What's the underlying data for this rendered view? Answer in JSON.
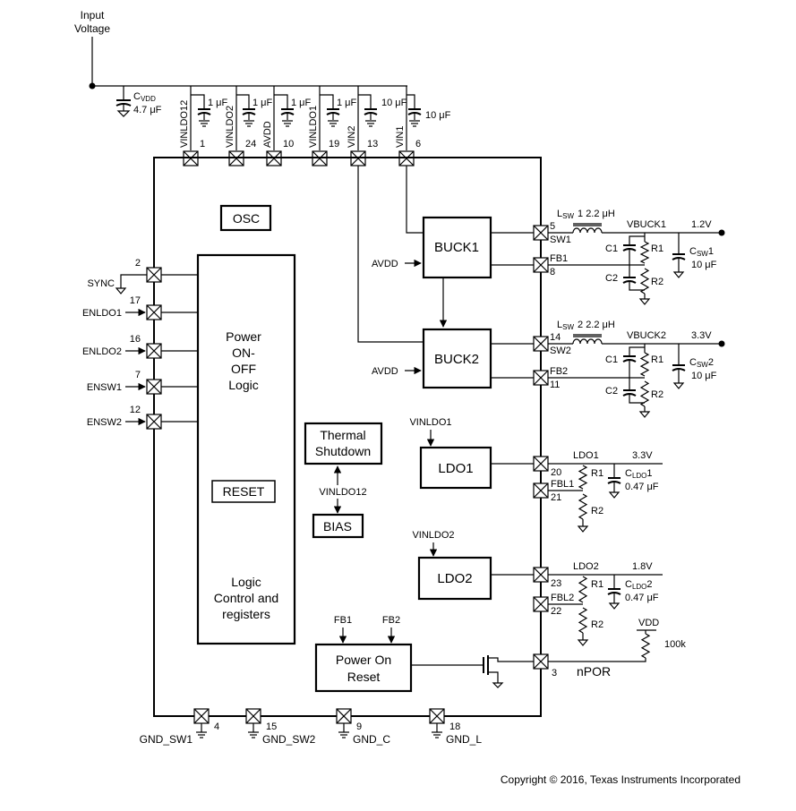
{
  "input": {
    "label_line1": "Input",
    "label_line2": "Voltage"
  },
  "cvdd": {
    "label": "C",
    "sub": "VDD",
    "value": "4.7 μF"
  },
  "top_pins": [
    {
      "name": "VINLDO12",
      "number": "1",
      "cap": "1 μF"
    },
    {
      "name": "VINLDO2",
      "number": "24",
      "cap": "1 μF"
    },
    {
      "name": "AVDD",
      "number": "10",
      "cap": "1 μF"
    },
    {
      "name": "VINLDO1",
      "number": "19",
      "cap": "1 μF"
    },
    {
      "name": "VIN2",
      "number": "13",
      "cap": "10 μF"
    },
    {
      "name": "VIN1",
      "number": "6",
      "cap": "10 μF"
    }
  ],
  "left_pins": [
    {
      "name": "SYNC",
      "number": "2"
    },
    {
      "name": "ENLDO1",
      "number": "17"
    },
    {
      "name": "ENLDO2",
      "number": "16"
    },
    {
      "name": "ENSW1",
      "number": "7"
    },
    {
      "name": "ENSW2",
      "number": "12"
    }
  ],
  "blocks": {
    "osc": "OSC",
    "logic_lines": [
      "Power",
      "ON-",
      "OFF",
      "Logic"
    ],
    "reset": "RESET",
    "logic2_lines": [
      "Logic",
      "Control and",
      "registers"
    ],
    "thermal_lines": [
      "Thermal",
      "Shutdown"
    ],
    "vinldo12": "VINLDO12",
    "bias": "BIAS",
    "buck1": "BUCK1",
    "buck2": "BUCK2",
    "avdd": "AVDD",
    "vinldo1": "VINLDO1",
    "ldo1": "LDO1",
    "vinldo2": "VINLDO2",
    "ldo2": "LDO2",
    "fb1": "FB1",
    "fb2": "FB2",
    "por_lines": [
      "Power On",
      "Reset"
    ]
  },
  "buck1_out": {
    "lsw": "L",
    "lsw_sub": "SW",
    "lsw_value": "1 2.2 μH",
    "sw": "SW1",
    "sw_pin": "5",
    "fb": "FB1",
    "fb_pin": "8",
    "net": "VBUCK1",
    "voltage": "1.2V",
    "c1": "C1",
    "c2": "C2",
    "r1": "R1",
    "r2": "R2",
    "cout": "C",
    "cout_sub": "SW",
    "cout_idx": "1",
    "cout_value": "10 μF"
  },
  "buck2_out": {
    "lsw": "L",
    "lsw_sub": "SW",
    "lsw_value": "2 2.2 μH",
    "sw": "SW2",
    "sw_pin": "14",
    "fb": "FB2",
    "fb_pin": "11",
    "net": "VBUCK2",
    "voltage": "3.3V",
    "c1": "C1",
    "c2": "C2",
    "r1": "R1",
    "r2": "R2",
    "cout": "C",
    "cout_sub": "SW",
    "cout_idx": "2",
    "cout_value": "10 μF"
  },
  "ldo1_out": {
    "net": "LDO1",
    "voltage": "3.3V",
    "pin": "20",
    "fb": "FBL1",
    "fb_pin": "21",
    "r1": "R1",
    "r2": "R2",
    "cout": "C",
    "cout_sub": "LDO",
    "cout_idx": "1",
    "cout_value": "0.47 μF"
  },
  "ldo2_out": {
    "net": "LDO2",
    "voltage": "1.8V",
    "pin": "23",
    "fb": "FBL2",
    "fb_pin": "22",
    "r1": "R1",
    "r2": "R2",
    "cout": "C",
    "cout_sub": "LDO",
    "cout_idx": "2",
    "cout_value": "0.47 μF"
  },
  "npor": {
    "pin": "3",
    "label": "nPOR",
    "vdd": "VDD",
    "pullup": "100k"
  },
  "grounds": [
    {
      "name": "GND_SW1",
      "number": "4"
    },
    {
      "name": "GND_SW2",
      "number": "15"
    },
    {
      "name": "GND_C",
      "number": "9"
    },
    {
      "name": "GND_L",
      "number": "18"
    }
  ],
  "copyright": "Copyright © 2016, Texas Instruments Incorporated"
}
